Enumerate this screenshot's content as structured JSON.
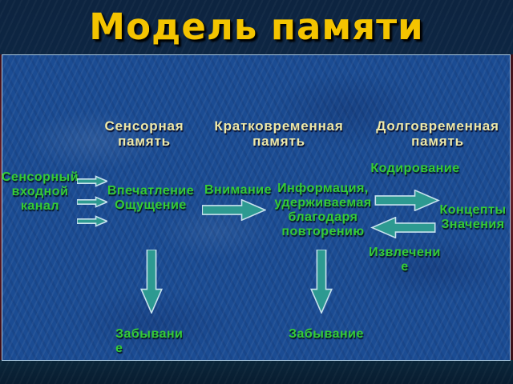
{
  "title": "Модель памяти",
  "headers": [
    {
      "lines": [
        "Сенсорная",
        "память"
      ]
    },
    {
      "lines": [
        "Кратковременная",
        "память"
      ]
    },
    {
      "lines": [
        "Долговременная",
        "память"
      ]
    }
  ],
  "labels": {
    "sensory_input_channel": [
      "Сенсорный",
      "входной",
      "канал"
    ],
    "impression_sensation": [
      "Впечатление",
      "Ощущение"
    ],
    "attention": "Внимание",
    "rehearsal_info": [
      "Информация,",
      "удерживаемая",
      "благодаря",
      "повторению"
    ],
    "encoding": "Кодирование",
    "concepts_meanings": [
      "Концепты",
      "Значения"
    ],
    "retrieval": [
      "Извлечени",
      "е"
    ],
    "forgetting_sensory": [
      "Забывани",
      "е"
    ],
    "forgetting_short_term": "Забывание"
  },
  "colors": {
    "title_text": "#f4c400",
    "header_text": "#efe9a8",
    "label_text": "#35cc35",
    "arrow_fill": "#2d9a91",
    "arrow_stroke": "#c8e2ee",
    "slide_fill": "#1b4c93",
    "background": "#0d2440",
    "edge_stripe": "#6b1f28"
  }
}
